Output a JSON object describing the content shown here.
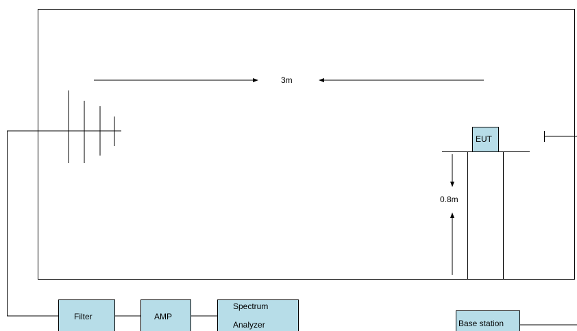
{
  "labels": {
    "distance": "3m",
    "height": "0.8m",
    "eut": "EUT",
    "filter": "Filter",
    "amp": "AMP",
    "spectrum_line1": "Spectrum",
    "spectrum_line2": "Analyzer",
    "base_station": "Base station"
  },
  "colors": {
    "box_fill": "#b7dde8",
    "line": "#000000"
  }
}
